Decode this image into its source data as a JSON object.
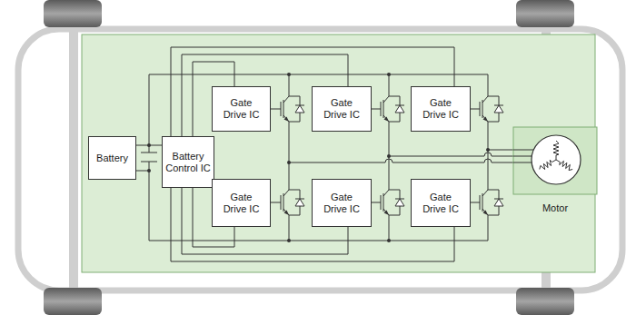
{
  "diagram": {
    "nodes": [
      {
        "text": [
          "Battery"
        ]
      },
      {
        "text": [
          "Battery Control IC"
        ]
      },
      {
        "text": [
          "Gate Drive IC"
        ]
      },
      {
        "text": [
          "Gate Drive IC"
        ]
      },
      {
        "text": [
          "Gate Drive IC"
        ]
      },
      {
        "text": [
          "Gate Drive IC"
        ]
      },
      {
        "text": [
          "Gate Drive IC"
        ]
      },
      {
        "text": [
          "Gate Drive IC"
        ]
      },
      {
        "text": [
          "Motor"
        ]
      }
    ],
    "edges": [
      {
        "from": 0,
        "to": 1,
        "arrow": "none"
      },
      {
        "from": 1,
        "to": 2,
        "arrow": "none"
      },
      {
        "from": 1,
        "to": 3,
        "arrow": "none"
      },
      {
        "from": 1,
        "to": 4,
        "arrow": "none"
      },
      {
        "from": 1,
        "to": 5,
        "arrow": "none"
      },
      {
        "from": 1,
        "to": 6,
        "arrow": "none"
      },
      {
        "from": 1,
        "to": 7,
        "arrow": "none"
      }
    ]
  }
}
